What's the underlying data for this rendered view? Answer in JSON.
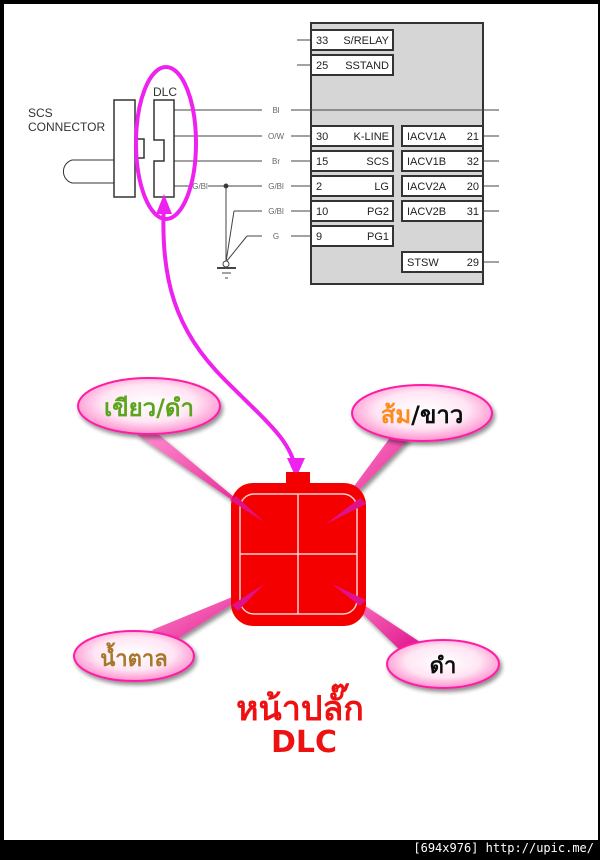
{
  "diagram": {
    "left_connector": {
      "line1": "SCS",
      "line2": "CONNECTOR"
    },
    "dlc_label": "DLC",
    "wire_codes": [
      "Bl",
      "O/W",
      "Br",
      "G/Bl",
      "G/Bl",
      "G"
    ],
    "wire_code_ground_tap": "G/Bl",
    "ecm_left_pins": [
      {
        "num": "33",
        "name": "S/RELAY"
      },
      {
        "num": "25",
        "name": "SSTAND"
      },
      {
        "num": "30",
        "name": "K-LINE"
      },
      {
        "num": "15",
        "name": "SCS"
      },
      {
        "num": "2",
        "name": "LG"
      },
      {
        "num": "10",
        "name": "PG2"
      },
      {
        "num": "9",
        "name": "PG1"
      }
    ],
    "ecm_right_pins": [
      {
        "name": "IACV1A",
        "num": "21"
      },
      {
        "name": "IACV1B",
        "num": "32"
      },
      {
        "name": "IACV2A",
        "num": "20"
      },
      {
        "name": "IACV2B",
        "num": "31"
      },
      {
        "name": "STSW",
        "num": "29"
      }
    ]
  },
  "callouts": {
    "top_left": {
      "text": "เขียว/ดำ",
      "color": "#5aa51e"
    },
    "top_right": {
      "part1": "ส้ม",
      "slash": "/",
      "part2": "ขาว",
      "color1": "#ff8a1a",
      "color2": "#111111"
    },
    "bottom_left": {
      "text": "น้ำตาล",
      "color": "#a8782a"
    },
    "bottom_right": {
      "text": "ดำ",
      "color": "#111111"
    }
  },
  "title": {
    "line1": "หน้าปลั๊ก",
    "line2": "DLC",
    "color": "#ee1111"
  },
  "colors": {
    "highlight": "#ee22ee",
    "plug": "#f50000",
    "bubble": "#ff4fb0",
    "ecm_fill": "#d6d6d6"
  },
  "footer": {
    "text": "[694x976] http://upic.me/"
  }
}
